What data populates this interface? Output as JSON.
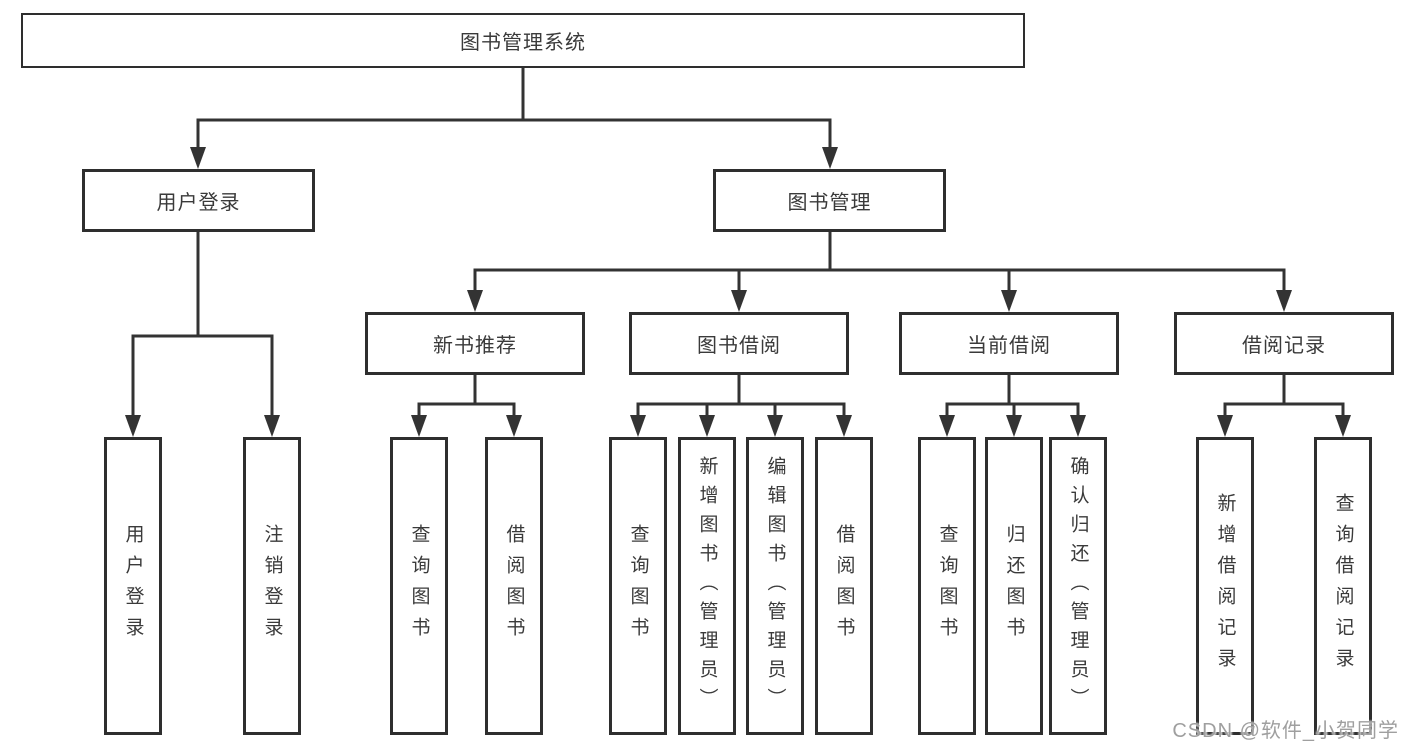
{
  "colors": {
    "line": "#333333",
    "box_border": "#2e2e2e",
    "box_background": "#ffffff",
    "text": "#3a3a3a",
    "watermark_text": "#9f9f9f"
  },
  "watermark": {
    "label": "CSDN @软件_小贺同学"
  },
  "tree": {
    "label": "图书管理系统",
    "children": [
      {
        "label": "用户登录",
        "children": [
          {
            "label": "用户登录"
          },
          {
            "label": "注销登录"
          }
        ]
      },
      {
        "label": "图书管理",
        "children": [
          {
            "label": "新书推荐",
            "children": [
              {
                "label": "查询图书"
              },
              {
                "label": "借阅图书"
              }
            ]
          },
          {
            "label": "图书借阅",
            "children": [
              {
                "label": "查询图书"
              },
              {
                "label": "新增图书（管理员）"
              },
              {
                "label": "编辑图书（管理员）"
              },
              {
                "label": "借阅图书"
              }
            ]
          },
          {
            "label": "当前借阅",
            "children": [
              {
                "label": "查询图书"
              },
              {
                "label": "归还图书"
              },
              {
                "label": "确认归还（管理员）"
              }
            ]
          },
          {
            "label": "借阅记录",
            "children": [
              {
                "label": "新增借阅记录"
              },
              {
                "label": "查询借阅记录"
              }
            ]
          }
        ]
      }
    ]
  }
}
